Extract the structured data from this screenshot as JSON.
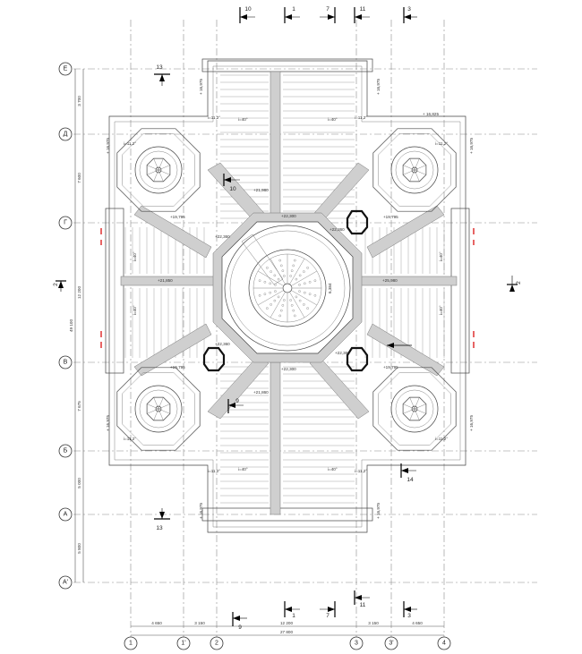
{
  "grid": {
    "columns": [
      "1",
      "1'",
      "2",
      "3",
      "3'",
      "4"
    ],
    "rows": [
      "Е",
      "Д",
      "Г",
      "В",
      "Б",
      "А",
      "А'"
    ]
  },
  "dimensions": {
    "bottom": [
      "4 650",
      "3 150",
      "12 200",
      "3 150",
      "4 650"
    ],
    "bottom_total": "27 800",
    "left": [
      "3 700",
      "7 600",
      "12 200",
      "7 675",
      "5 000",
      "5 800"
    ],
    "left_total": "49 100"
  },
  "sections": {
    "top": [
      "10",
      "1",
      "7",
      "11",
      "3"
    ],
    "bottom": [
      "9",
      "1",
      "7",
      "11",
      "3"
    ],
    "left": [
      "13",
      "2",
      "13"
    ],
    "right": [
      "2"
    ],
    "inner": [
      "10",
      "9",
      "14"
    ]
  },
  "levels": {
    "dome": [
      "+22,300",
      "+22,300",
      "+22,360",
      "+22,360",
      "+22,360",
      "+22,360"
    ],
    "lantern": "6,384",
    "drums": [
      "+19,795",
      "+19,795",
      "+19,795",
      "+19,795"
    ],
    "ridges": [
      "+21,980",
      "+21,860",
      "+21,850",
      "+25,980"
    ],
    "top_right": "+ 16,825",
    "side": [
      "+ 16,975",
      "+ 16,975",
      "+ 16,975",
      "+ 16,975",
      "+ 16,975",
      "+ 16,975",
      "+ 16,975",
      "+ 16,975"
    ],
    "slopes": [
      "i=40°",
      "i=40°",
      "i=40°",
      "i=40°",
      "i=40°",
      "i=40°",
      "i=40°",
      "i=40°",
      "i=11,2°",
      "i=11,2°",
      "i=11,2°",
      "i=11,2°",
      "i=11,2°",
      "i=11,2°",
      "i=11,2°",
      "i=11,2°"
    ]
  }
}
